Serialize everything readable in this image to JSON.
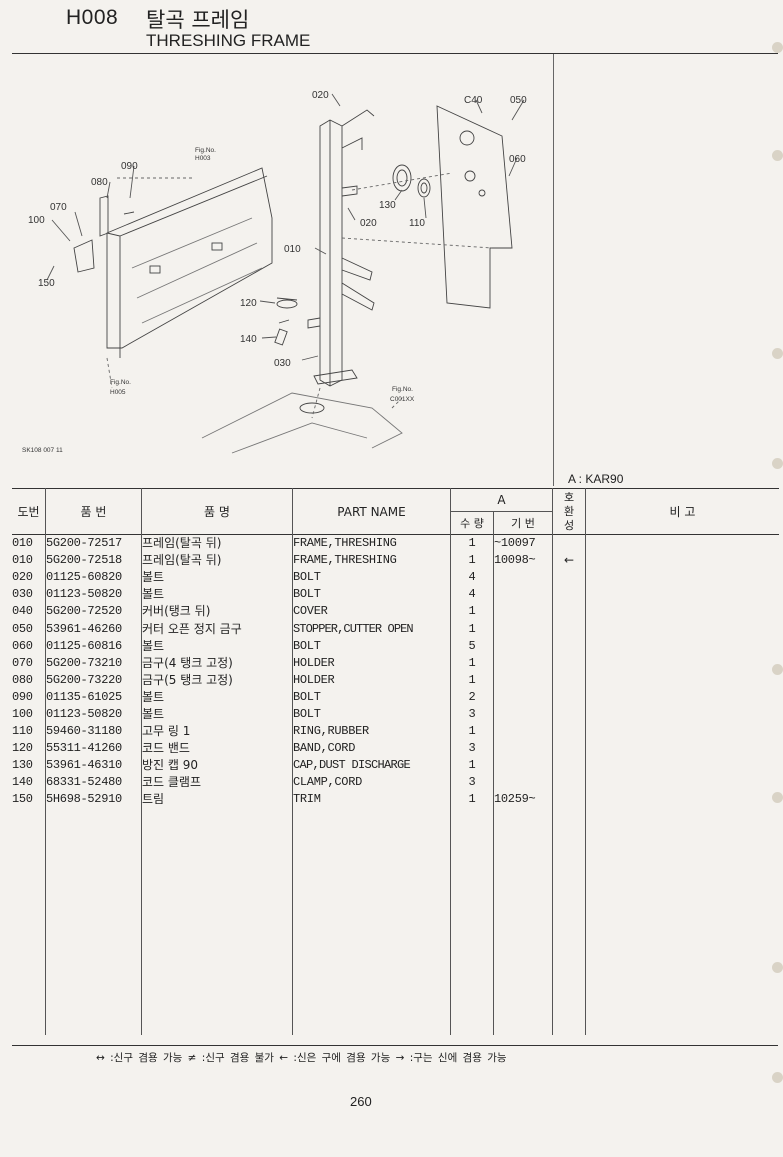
{
  "header": {
    "code": "H008",
    "title_ko": "탈곡 프레임",
    "title_en": "THRESHING FRAME"
  },
  "diagram": {
    "callouts": [
      "020",
      "C40",
      "050",
      "060",
      "090",
      "080",
      "070",
      "100",
      "150",
      "130",
      "110",
      "020",
      "010",
      "120",
      "140",
      "030"
    ],
    "fig_refs": [
      {
        "line1": "Fig.No.",
        "line2": "H003"
      },
      {
        "line1": "Fig.No.",
        "line2": "H005"
      },
      {
        "line1": "Fig.No.",
        "line2": "C001XX"
      }
    ],
    "drawing_id": "SK108 007 11"
  },
  "variant_label": "A : KAR90",
  "table": {
    "headers": {
      "no": "도번",
      "part_no": "품    번",
      "name_ko": "품        명",
      "part_name": "PART  NAME",
      "group": "A",
      "qty": "수 량",
      "serial": "기 번",
      "interchange": "호\n환\n성",
      "remarks": "비    고"
    },
    "rows": [
      {
        "no": "010",
        "part_no": "5G200-72517",
        "name_ko": "프레임(탈곡 뒤)",
        "name_en": "FRAME,THRESHING",
        "qty": "1",
        "serial": "~10097",
        "ex": ""
      },
      {
        "no": "010",
        "part_no": "5G200-72518",
        "name_ko": "프레임(탈곡 뒤)",
        "name_en": "FRAME,THRESHING",
        "qty": "1",
        "serial": "10098~",
        "ex": "←"
      },
      {
        "no": "020",
        "part_no": "01125-60820",
        "name_ko": "볼트",
        "name_en": "BOLT",
        "qty": "4",
        "serial": "",
        "ex": ""
      },
      {
        "no": "030",
        "part_no": "01123-50820",
        "name_ko": "볼트",
        "name_en": "BOLT",
        "qty": "4",
        "serial": "",
        "ex": ""
      },
      {
        "no": "040",
        "part_no": "5G200-72520",
        "name_ko": "커버(탱크 뒤)",
        "name_en": "COVER",
        "qty": "1",
        "serial": "",
        "ex": ""
      },
      {
        "no": "050",
        "part_no": "53961-46260",
        "name_ko": "커터 오픈 정지 금구",
        "name_en": "STOPPER,CUTTER OPEN",
        "qty": "1",
        "serial": "",
        "ex": ""
      },
      {
        "no": "060",
        "part_no": "01125-60816",
        "name_ko": "볼트",
        "name_en": "BOLT",
        "qty": "5",
        "serial": "",
        "ex": ""
      },
      {
        "no": "070",
        "part_no": "5G200-73210",
        "name_ko": "금구(4 탱크 고정)",
        "name_en": "HOLDER",
        "qty": "1",
        "serial": "",
        "ex": ""
      },
      {
        "no": "080",
        "part_no": "5G200-73220",
        "name_ko": "금구(5 탱크 고정)",
        "name_en": "HOLDER",
        "qty": "1",
        "serial": "",
        "ex": ""
      },
      {
        "no": "090",
        "part_no": "01135-61025",
        "name_ko": "볼트",
        "name_en": "BOLT",
        "qty": "2",
        "serial": "",
        "ex": ""
      },
      {
        "no": "100",
        "part_no": "01123-50820",
        "name_ko": "볼트",
        "name_en": "BOLT",
        "qty": "3",
        "serial": "",
        "ex": ""
      },
      {
        "no": "110",
        "part_no": "59460-31180",
        "name_ko": "고무 링 1",
        "name_en": "RING,RUBBER",
        "qty": "1",
        "serial": "",
        "ex": ""
      },
      {
        "no": "120",
        "part_no": "55311-41260",
        "name_ko": "코드 밴드",
        "name_en": "BAND,CORD",
        "qty": "3",
        "serial": "",
        "ex": ""
      },
      {
        "no": "130",
        "part_no": "53961-46310",
        "name_ko": "방진 캡 90",
        "name_en": "CAP,DUST DISCHARGE",
        "qty": "1",
        "serial": "",
        "ex": ""
      },
      {
        "no": "140",
        "part_no": "68331-52480",
        "name_ko": "코드 클램프",
        "name_en": "CLAMP,CORD",
        "qty": "3",
        "serial": "",
        "ex": ""
      },
      {
        "no": "150",
        "part_no": "5H698-52910",
        "name_ko": "트림",
        "name_en": "TRIM",
        "qty": "1",
        "serial": "10259~",
        "ex": ""
      }
    ]
  },
  "legend": "↔ :신구 겸용 가능    ≠ :신구 겸용 불가    ← :신은 구에 겸용 가능    → :구는 신에 겸용 가능",
  "page_number": "260"
}
